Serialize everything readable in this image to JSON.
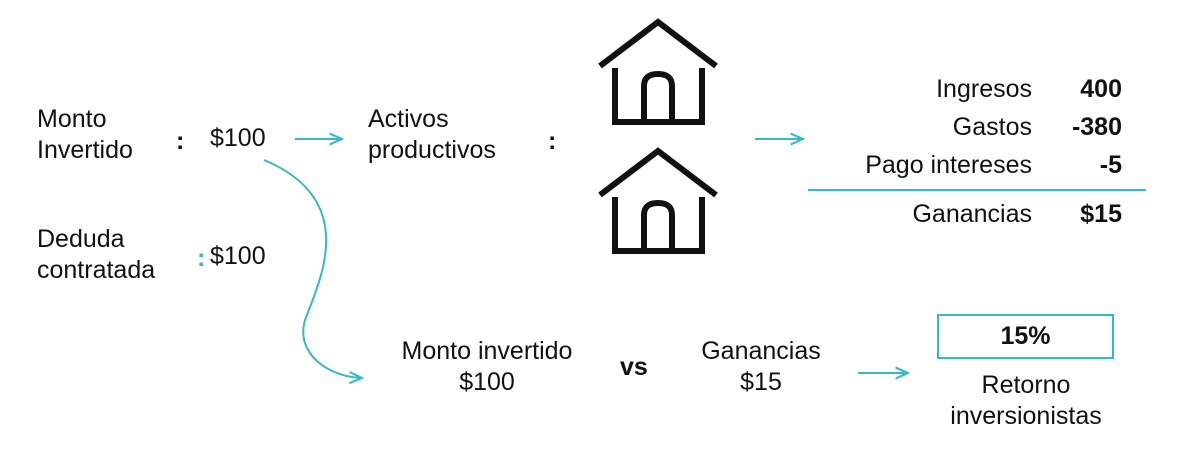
{
  "colors": {
    "accent": "#35b9c6",
    "text": "#111111",
    "icon": "#111111"
  },
  "icons": [
    "house-icon",
    "house-icon",
    "arrow-right-icon",
    "curved-arrow-icon"
  ],
  "left": {
    "monto_label_1": "Monto",
    "monto_label_2": "Invertido",
    "monto_colon": ":",
    "monto_value": "$100",
    "deuda_label_1": "Deduda",
    "deuda_label_2": "contratada",
    "deuda_colon": ":",
    "deuda_value": "$100"
  },
  "middle": {
    "activos_1": "Activos",
    "activos_2": "productivos",
    "activos_colon": ":"
  },
  "income": {
    "rows": [
      {
        "label": "Ingresos",
        "value": "400"
      },
      {
        "label": "Gastos",
        "value": "-380"
      },
      {
        "label": "Pago intereses",
        "value": "-5"
      }
    ],
    "total_label": "Ganancias",
    "total_value": "$15"
  },
  "bottom": {
    "monto_invertido_label": "Monto invertido",
    "monto_invertido_value": "$100",
    "vs": "vs",
    "ganancias_label": "Ganancias",
    "ganancias_value": "$15",
    "retorno_value": "15%",
    "retorno_label_1": "Retorno",
    "retorno_label_2": "inversionistas"
  }
}
